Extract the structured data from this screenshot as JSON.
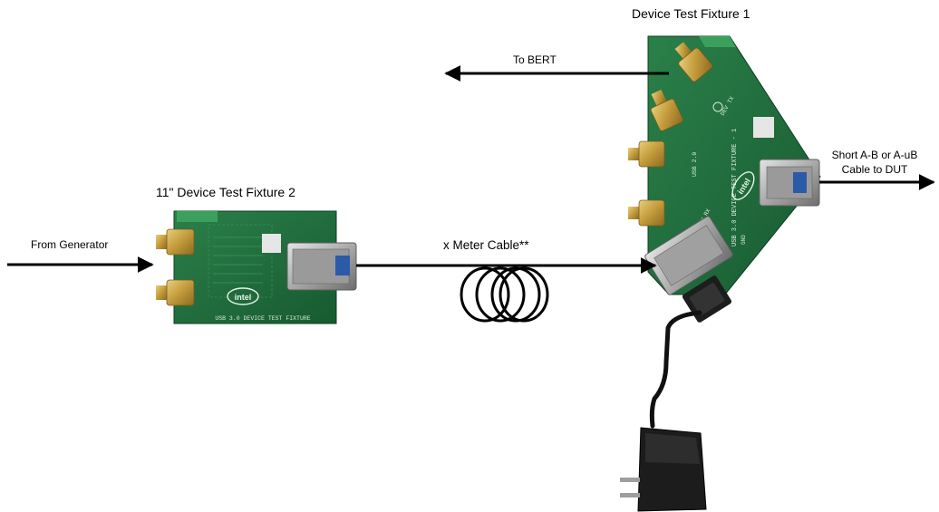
{
  "labels": {
    "fixture1_title": "Device Test Fixture 1",
    "fixture2_title": "11\" Device Test Fixture 2",
    "to_bert": "To BERT",
    "from_generator": "From Generator",
    "cable_label": "x Meter Cable**",
    "short_cable_line1": "Short A-B or A-uB",
    "short_cable_line2": "Cable to DUT"
  },
  "board_text": {
    "fixture2_silk": "USB 3.0 DEVICE TEST FIXTURE",
    "fixture1_silk": "USB 3.0 DEVICE TEST FIXTURE - 1",
    "fixture1_usb20": "USB 2.0",
    "fixture1_dev_rx": "DEV RX",
    "fixture1_dev_tx": "DEV TX",
    "fixture1_gnd": "GND",
    "brand": "intel"
  },
  "colors": {
    "pcb_green": "#1f6e3c",
    "pcb_dark": "#144d29",
    "gold": "#c9a44a",
    "silver": "#b9b9b9",
    "arrow": "#000000"
  }
}
